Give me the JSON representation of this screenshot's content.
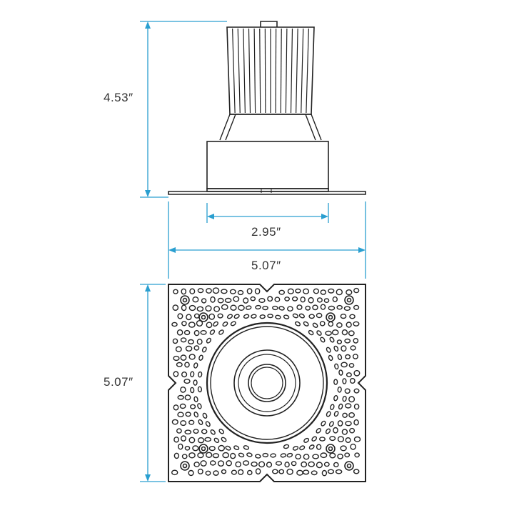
{
  "dimensions": {
    "height_side": "4.53″",
    "aperture_width": "2.95″",
    "flange_width": "5.07″",
    "plate_height": "5.07″"
  },
  "colors": {
    "dimension_line": "#2a9fd0",
    "outline": "#222222",
    "label_text": "#333333"
  }
}
